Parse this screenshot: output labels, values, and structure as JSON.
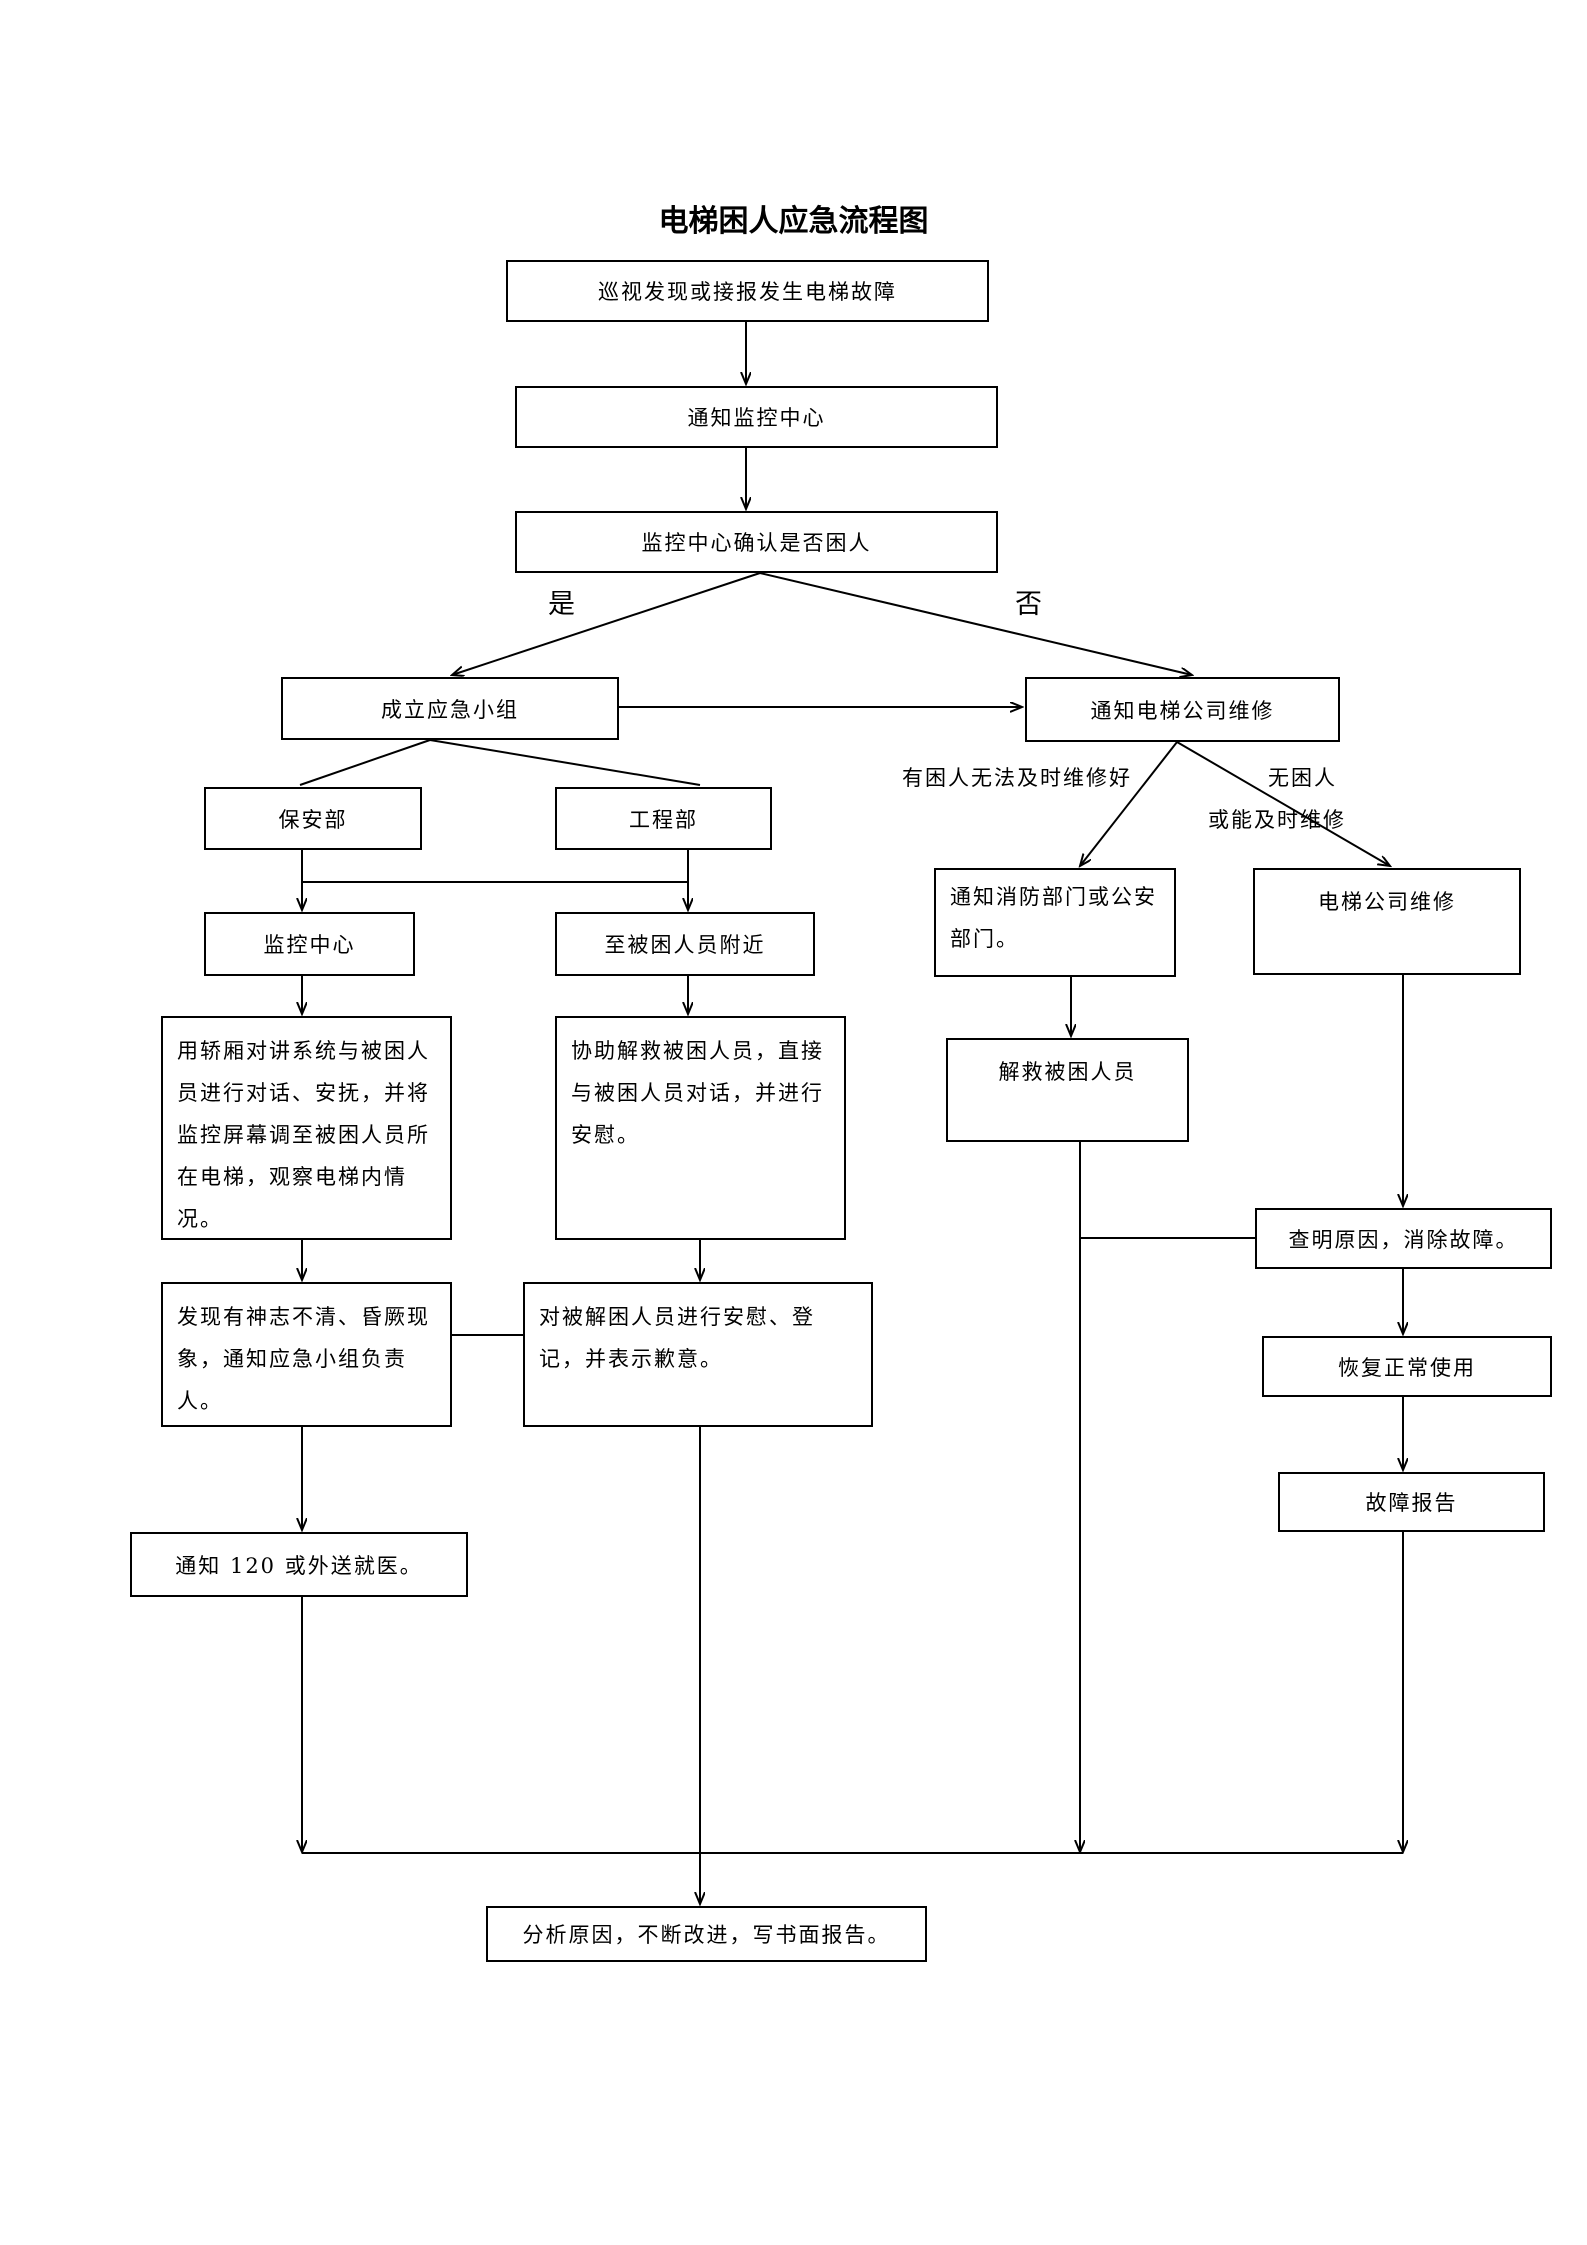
{
  "title": "电梯困人应急流程图",
  "steps": {
    "discover": "巡视发现或接报发生电梯故障",
    "notify_monitor": "通知监控中心",
    "confirm_trapped": "监控中心确认是否困人",
    "form_team": "成立应急小组",
    "notify_company": "通知电梯公司维修",
    "security_dept": "保安部",
    "engineering_dept": "工程部",
    "monitor_center": "监控中心",
    "near_trapped": "至被困人员附近",
    "intercom": "用轿厢对讲系统与被困人员进行对话、安抚，并将监控屏幕调至被困人员所在电梯，观察电梯内情况。",
    "assist_rescue": "协助解救被困人员，直接与被困人员对话，并进行安慰。",
    "notify_fire": "通知消防部门或公安部门。",
    "company_repair": "电梯公司维修",
    "rescue": "解救被困人员",
    "unconscious": "发现有神志不清、昏厥现象，通知应急小组负责人。",
    "comfort_register": "对被解困人员进行安慰、登记，并表示歉意。",
    "find_cause": "查明原因，消除故障。",
    "restore": "恢复正常使用",
    "fault_report": "故障报告",
    "call_120": "通知 120 或外送就医。",
    "analyze": "分析原因，不断改进，写书面报告。"
  },
  "labels": {
    "yes": "是",
    "no": "否",
    "trapped_cannot_fix": "有困人无法及时维修好",
    "no_trapped_line1": "无困人",
    "no_trapped_line2": "或能及时维修"
  },
  "colors": {
    "line": "#000000",
    "background": "#ffffff"
  }
}
